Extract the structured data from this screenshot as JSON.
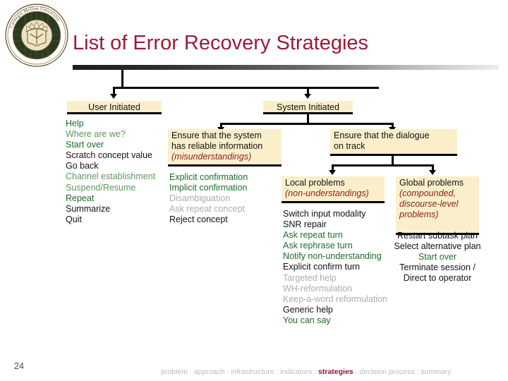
{
  "slide": {
    "title": "List of Error Recovery Strategies",
    "page_number": "24",
    "logo_name": "carnegie-mellon-university-seal",
    "accent_color": "#9B1B38",
    "box_fill_color": "#FBEFCB",
    "green_color": "#1D6B2B",
    "gray_color": "#ADADAD"
  },
  "tree": {
    "branches": [
      {
        "label": "User Initiated"
      },
      {
        "label": "System Initiated"
      }
    ]
  },
  "columns": {
    "user_initiated": {
      "header": "User Initiated",
      "items": [
        {
          "text": "Help",
          "tone": "g1"
        },
        {
          "text": "Where are we?",
          "tone": "g2"
        },
        {
          "text": "Start over",
          "tone": "g1"
        },
        {
          "text": "Scratch concept value",
          "tone": "bk"
        },
        {
          "text": "Go back",
          "tone": "bk"
        },
        {
          "text": "Channel establishment",
          "tone": "g2"
        },
        {
          "text": "Suspend/Resume",
          "tone": "g2"
        },
        {
          "text": "Repeat",
          "tone": "g1"
        },
        {
          "text": "Summarize",
          "tone": "bk"
        },
        {
          "text": "Quit",
          "tone": "bk"
        }
      ]
    },
    "misunderstandings": {
      "caption_line1": "Ensure that the system",
      "caption_line2": "has reliable information",
      "caption_paren": "(misunderstandings)",
      "items": [
        {
          "text": "Explicit confirmation",
          "tone": "g1"
        },
        {
          "text": "Implicit confirmation",
          "tone": "g1"
        },
        {
          "text": "Disambiguation",
          "tone": "gy"
        },
        {
          "text": "Ask repeat concept",
          "tone": "gy"
        },
        {
          "text": "Reject concept",
          "tone": "bk"
        }
      ]
    },
    "dialogue_on_track": {
      "caption_line1": "Ensure that the dialogue",
      "caption_line2": "on track"
    },
    "local_problems": {
      "caption_title": "Local problems",
      "caption_paren": "(non-understandings)",
      "items": [
        {
          "text": "Switch input modality",
          "tone": "bk"
        },
        {
          "text": "SNR repair",
          "tone": "bk"
        },
        {
          "text": "Ask repeat turn",
          "tone": "g1"
        },
        {
          "text": "Ask rephrase turn",
          "tone": "g1"
        },
        {
          "text": "Notify non-understanding",
          "tone": "g1"
        },
        {
          "text": "Explicit confirm turn",
          "tone": "bk"
        },
        {
          "text": "Targeted help",
          "tone": "gy"
        },
        {
          "text": "WH-reformulation",
          "tone": "gy"
        },
        {
          "text": "Keep-a-word reformulation",
          "tone": "gy"
        },
        {
          "text": "Generic help",
          "tone": "bk"
        },
        {
          "text": "You can say",
          "tone": "g1"
        }
      ]
    },
    "global_problems": {
      "caption_title": "Global problems",
      "caption_paren_line1": "(compounded,",
      "caption_paren_line2": "discourse-level",
      "caption_paren_line3": "problems)",
      "items": [
        {
          "text": "Restart subtask plan",
          "tone": "bk"
        },
        {
          "text": "Select alternative plan",
          "tone": "bk"
        },
        {
          "text": "Start over",
          "tone": "g1"
        },
        {
          "text": "Terminate session /",
          "tone": "bk"
        },
        {
          "text": "Direct to operator",
          "tone": "bk"
        }
      ]
    }
  },
  "footer": {
    "crumbs": [
      {
        "text": "problem",
        "selected": false
      },
      {
        "text": "approach",
        "selected": false
      },
      {
        "text": "infrastructure",
        "selected": false
      },
      {
        "text": "indicators",
        "selected": false
      },
      {
        "text": "strategies",
        "selected": true
      },
      {
        "text": "decision process",
        "selected": false
      },
      {
        "text": "summary",
        "selected": false
      }
    ],
    "separator": " : "
  }
}
